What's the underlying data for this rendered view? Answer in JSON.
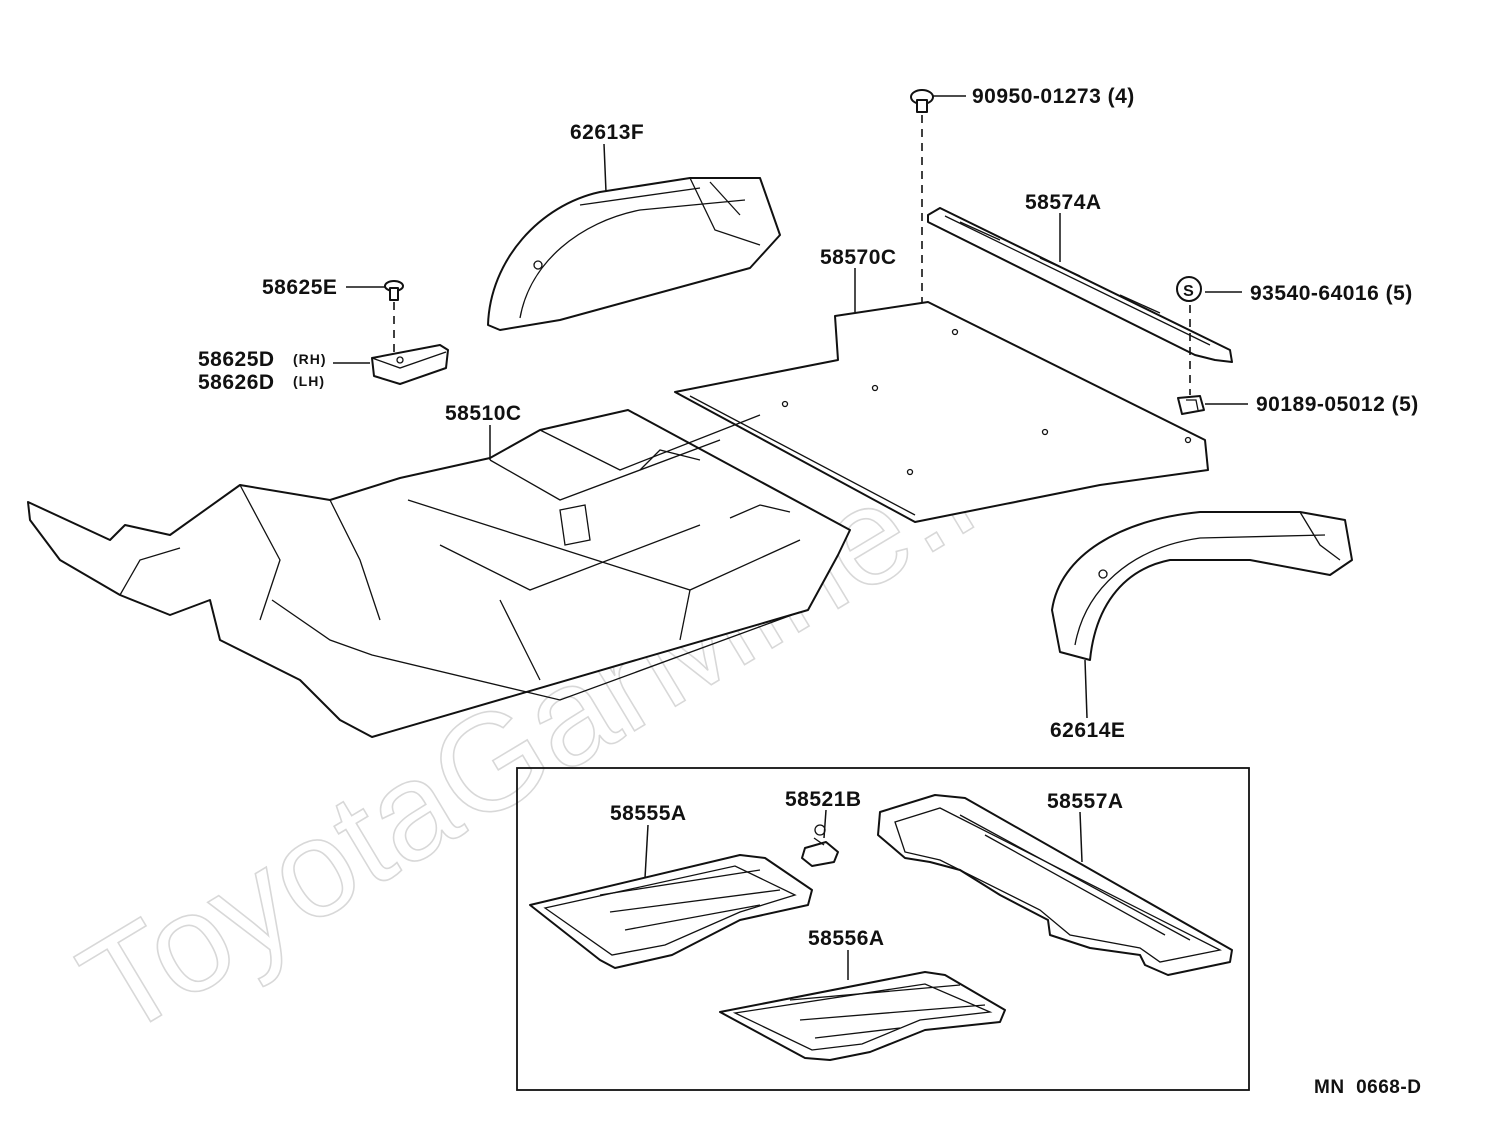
{
  "watermark": "ToyotaGarMine.ru",
  "diagram_code": "MN  0668-D",
  "colors": {
    "line": "#111111",
    "watermark": "#d8d8d8",
    "background": "#ffffff"
  },
  "parts": {
    "p90950": "90950-01273 (4)",
    "p62613F": "62613F",
    "p58574A": "58574A",
    "p58570C": "58570C",
    "p93540": "93540-64016 (5)",
    "p90189": "90189-05012 (5)",
    "p58625E": "58625E",
    "p58625D": "58625D",
    "p58626D": "58626D",
    "rh": "(RH)",
    "lh": "(LH)",
    "p58510C": "58510C",
    "p62614E": "62614E",
    "p58555A": "58555A",
    "p58521B": "58521B",
    "p58557A": "58557A",
    "p58556A": "58556A",
    "s_symbol": "S"
  }
}
